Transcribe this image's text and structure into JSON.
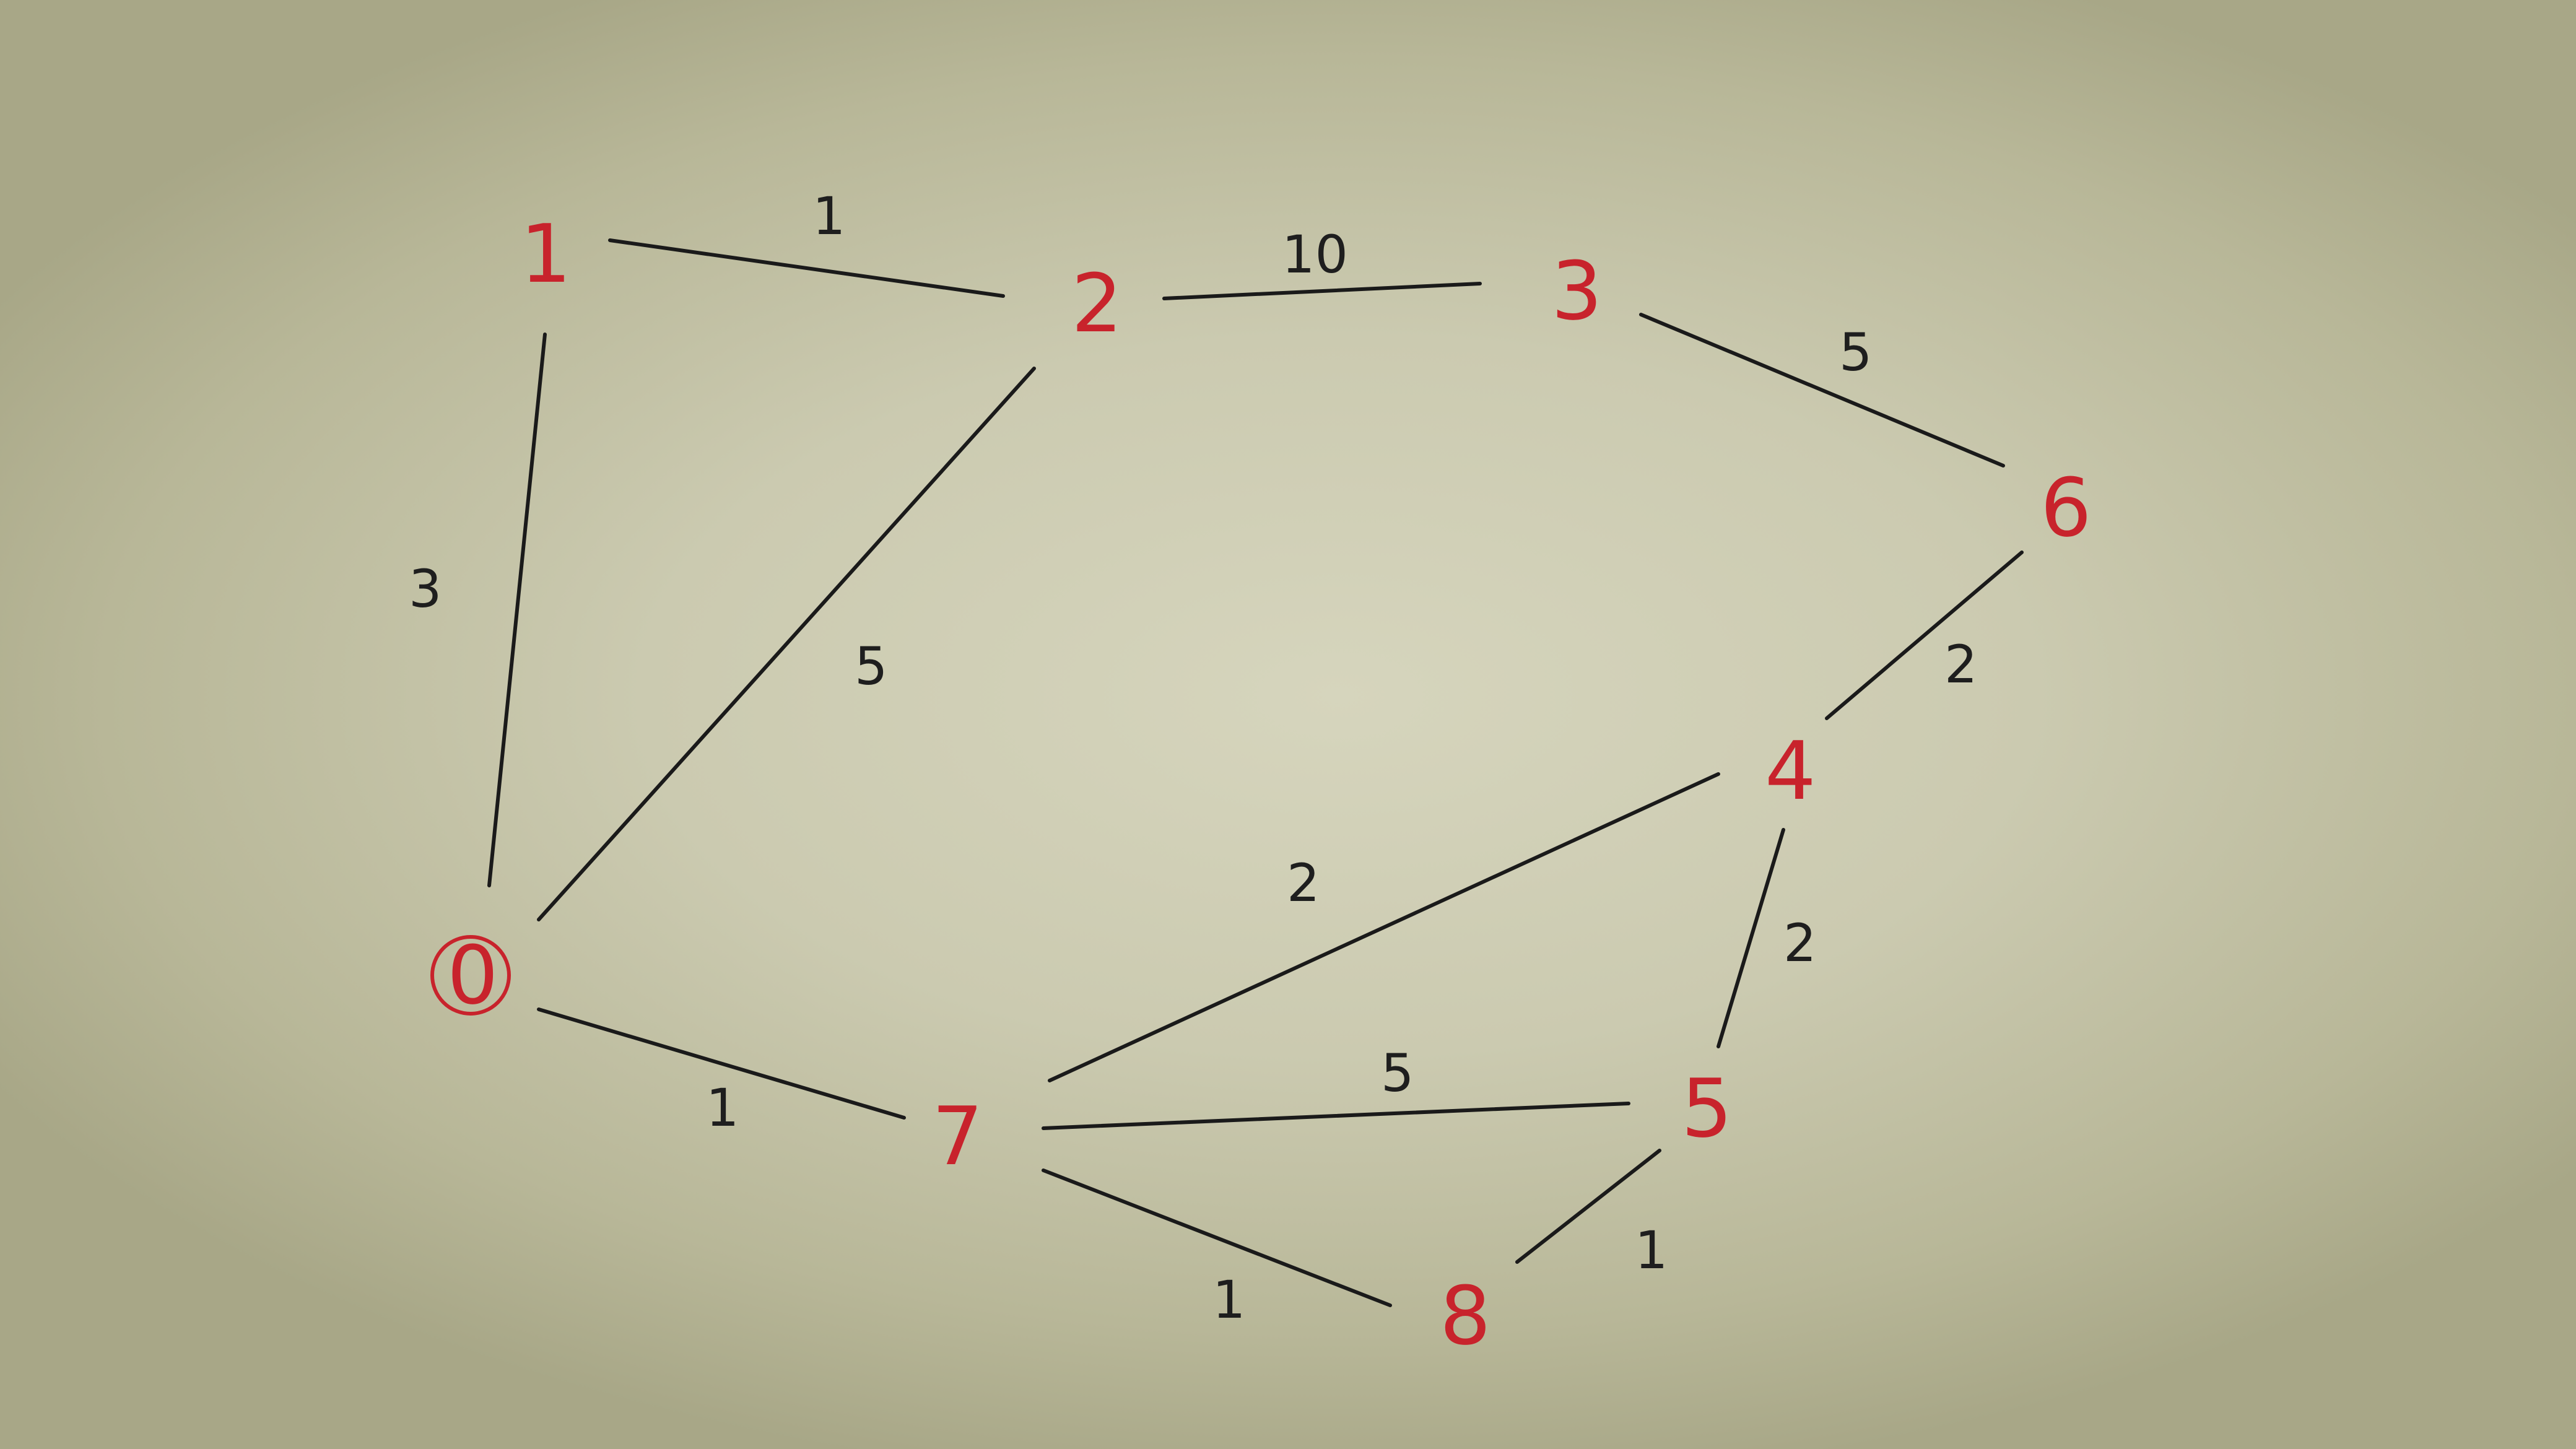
{
  "colors": {
    "node": "#c8232c",
    "edge": "#1a1a1a",
    "paper": "#cfcfb4"
  },
  "nodes": [
    {
      "id": "0",
      "label": "0"
    },
    {
      "id": "1",
      "label": "1"
    },
    {
      "id": "2",
      "label": "2"
    },
    {
      "id": "3",
      "label": "3"
    },
    {
      "id": "4",
      "label": "4"
    },
    {
      "id": "5",
      "label": "5"
    },
    {
      "id": "6",
      "label": "6"
    },
    {
      "id": "7",
      "label": "7"
    },
    {
      "id": "8",
      "label": "8"
    }
  ],
  "edges": [
    {
      "from": "1",
      "to": "2",
      "weight": "1"
    },
    {
      "from": "2",
      "to": "3",
      "weight": "10"
    },
    {
      "from": "3",
      "to": "6",
      "weight": "5"
    },
    {
      "from": "1",
      "to": "0",
      "weight": "3"
    },
    {
      "from": "2",
      "to": "0",
      "weight": "5"
    },
    {
      "from": "6",
      "to": "4",
      "weight": "2"
    },
    {
      "from": "7",
      "to": "4",
      "weight": "2"
    },
    {
      "from": "4",
      "to": "5",
      "weight": "2"
    },
    {
      "from": "0",
      "to": "7",
      "weight": "1"
    },
    {
      "from": "7",
      "to": "5",
      "weight": "5"
    },
    {
      "from": "7",
      "to": "8",
      "weight": "1"
    },
    {
      "from": "8",
      "to": "5",
      "weight": "1"
    }
  ]
}
